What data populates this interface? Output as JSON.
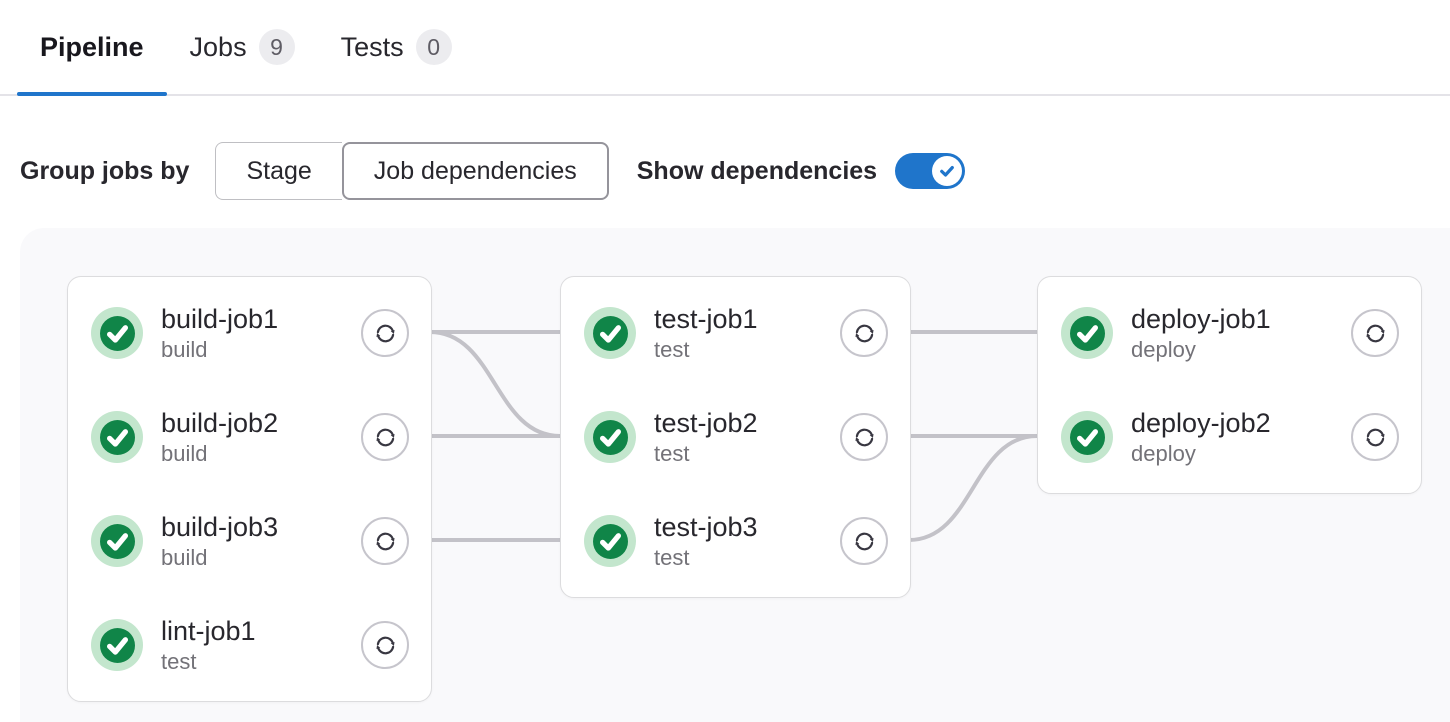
{
  "colors": {
    "accent_blue": "#1f75cb",
    "success_green": "#108548",
    "success_halo": "#c3e6cd",
    "link_line": "#c3c2c8",
    "graph_bg": "#f9f9fb",
    "card_border": "#dcdcde",
    "badge_bg": "#ececef",
    "text_primary": "#28272d",
    "text_muted": "#737278"
  },
  "tabs": [
    {
      "label": "Pipeline",
      "active": true
    },
    {
      "label": "Jobs",
      "badge": "9",
      "active": false
    },
    {
      "label": "Tests",
      "badge": "0",
      "active": false
    }
  ],
  "controls": {
    "group_jobs_by_label": "Group jobs by",
    "segments": [
      {
        "label": "Stage",
        "selected": false
      },
      {
        "label": "Job dependencies",
        "selected": true
      }
    ],
    "show_dependencies_label": "Show dependencies",
    "show_dependencies_on": true
  },
  "graph": {
    "columns": [
      {
        "jobs": [
          {
            "name": "build-job1",
            "stage": "build",
            "status": "success"
          },
          {
            "name": "build-job2",
            "stage": "build",
            "status": "success"
          },
          {
            "name": "build-job3",
            "stage": "build",
            "status": "success"
          },
          {
            "name": "lint-job1",
            "stage": "test",
            "status": "success"
          }
        ]
      },
      {
        "jobs": [
          {
            "name": "test-job1",
            "stage": "test",
            "status": "success"
          },
          {
            "name": "test-job2",
            "stage": "test",
            "status": "success"
          },
          {
            "name": "test-job3",
            "stage": "test",
            "status": "success"
          }
        ]
      },
      {
        "jobs": [
          {
            "name": "deploy-job1",
            "stage": "deploy",
            "status": "success"
          },
          {
            "name": "deploy-job2",
            "stage": "deploy",
            "status": "success"
          }
        ]
      }
    ],
    "links": [
      {
        "from": "build-job1",
        "to": "test-job1"
      },
      {
        "from": "build-job1",
        "to": "test-job2"
      },
      {
        "from": "build-job2",
        "to": "test-job2"
      },
      {
        "from": "build-job3",
        "to": "test-job3"
      },
      {
        "from": "test-job1",
        "to": "deploy-job1"
      },
      {
        "from": "test-job2",
        "to": "deploy-job2"
      },
      {
        "from": "test-job3",
        "to": "deploy-job2"
      }
    ]
  }
}
